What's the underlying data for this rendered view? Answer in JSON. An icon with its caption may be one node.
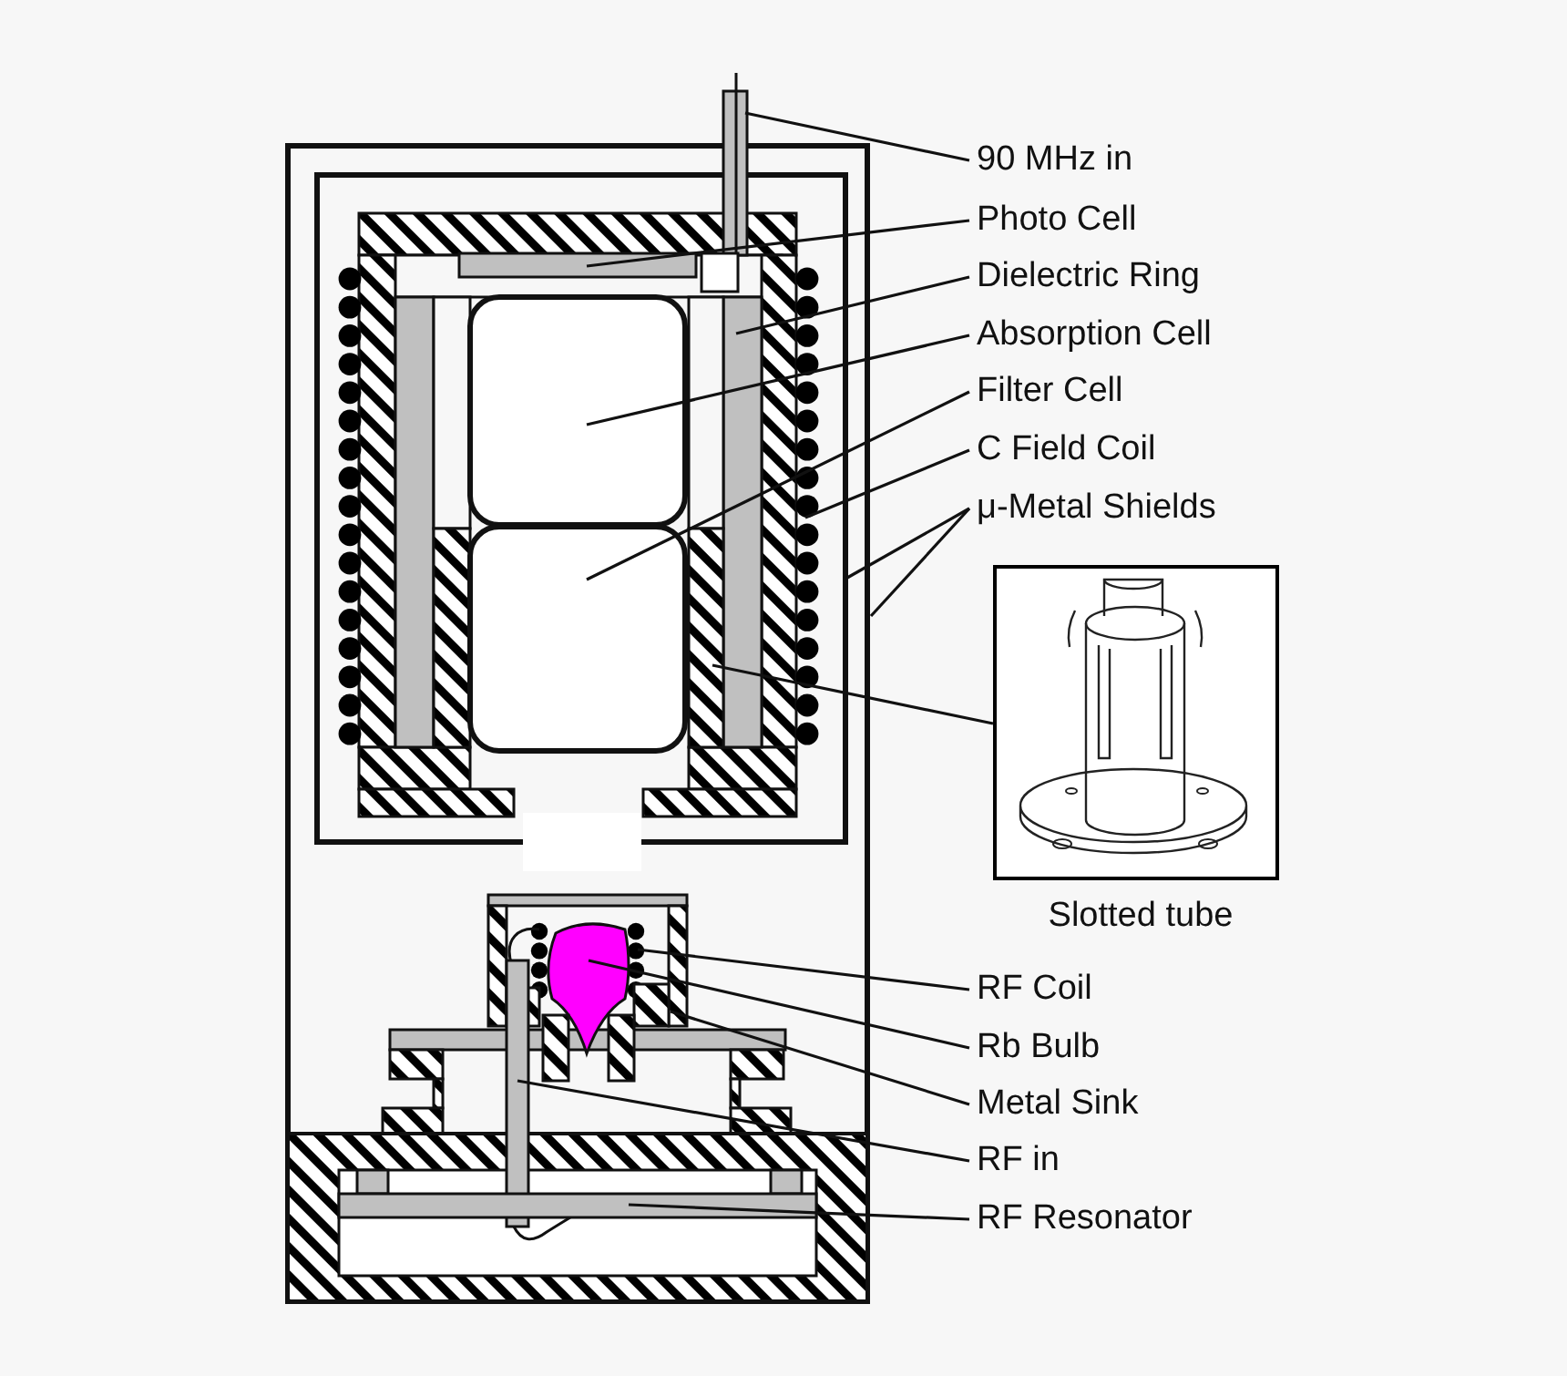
{
  "diagram": {
    "nodes": [
      {
        "text": [],
        "shape": "box"
      },
      {
        "text": [],
        "shape": "box",
        "in": 0
      },
      {
        "text": [],
        "shape": "bar"
      },
      {
        "text": [],
        "shape": "bar",
        "in": 1
      },
      {
        "text": [],
        "shape": "bar",
        "in": 1
      },
      {
        "text": [],
        "shape": "box",
        "in": 1
      },
      {
        "text": [],
        "shape": "box",
        "in": 1
      },
      {
        "text": [],
        "shape": "coil",
        "in": 1
      },
      {
        "text": [],
        "shape": "tube",
        "in": 1
      },
      {
        "text": [],
        "shape": "coil",
        "in": 0
      },
      {
        "text": [],
        "shape": "bulb",
        "in": 0
      },
      {
        "text": [],
        "shape": "box",
        "in": 0
      },
      {
        "text": [],
        "shape": "bar",
        "in": 0
      },
      {
        "text": [],
        "shape": "bar",
        "in": 0
      },
      {
        "text": [],
        "shape": "picture",
        "beside": [
          "Slotted tube"
        ]
      },
      {
        "text": [
          "90 MHz in"
        ]
      },
      {
        "text": [
          "Photo Cell"
        ]
      },
      {
        "text": [
          "Dielectric Ring"
        ]
      },
      {
        "text": [
          "Absorption Cell"
        ]
      },
      {
        "text": [
          "Filter Cell"
        ]
      },
      {
        "text": [
          "C Field Coil"
        ]
      },
      {
        "text": [
          "μ-Metal Shields"
        ]
      },
      {
        "text": [
          "RF Coil"
        ]
      },
      {
        "text": [
          "Rb Bulb"
        ]
      },
      {
        "text": [
          "Metal Sink"
        ]
      },
      {
        "text": [
          "RF in"
        ]
      },
      {
        "text": [
          "RF Resonator"
        ]
      }
    ],
    "edges": [
      {
        "from": 15,
        "to": 2,
        "arrow": "none"
      },
      {
        "from": 16,
        "to": 3,
        "arrow": "none"
      },
      {
        "from": 17,
        "to": 4,
        "arrow": "none"
      },
      {
        "from": 18,
        "to": 5,
        "arrow": "none"
      },
      {
        "from": 19,
        "to": 6,
        "arrow": "none"
      },
      {
        "from": 20,
        "to": 7,
        "arrow": "none"
      },
      {
        "from": 21,
        "to": 0,
        "arrow": "none"
      },
      {
        "from": 21,
        "to": 1,
        "arrow": "none"
      },
      {
        "from": 14,
        "to": 8,
        "arrow": "none"
      },
      {
        "from": 22,
        "to": 9,
        "arrow": "none"
      },
      {
        "from": 23,
        "to": 10,
        "arrow": "none"
      },
      {
        "from": 24,
        "to": 11,
        "arrow": "none"
      },
      {
        "from": 25,
        "to": 12,
        "arrow": "none"
      },
      {
        "from": 26,
        "to": 13,
        "arrow": "none"
      }
    ]
  }
}
